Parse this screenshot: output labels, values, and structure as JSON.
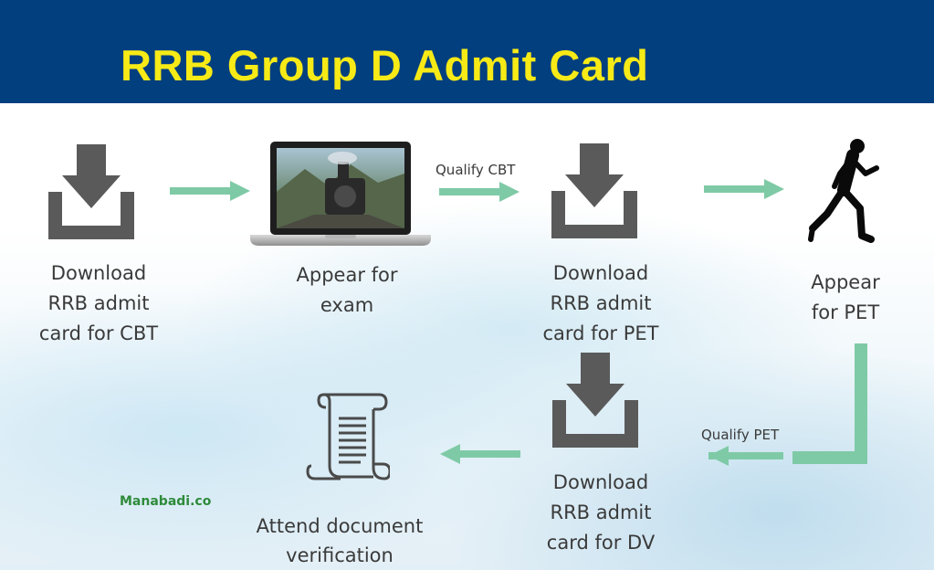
{
  "title": "RRB Group D Admit Card",
  "watermark": "Manabadi.co",
  "steps": {
    "download_cbt": [
      "Download",
      "RRB admit",
      "card for CBT"
    ],
    "appear_exam": [
      "Appear for",
      "exam"
    ],
    "download_pet": [
      "Download",
      "RRB admit",
      "card for PET"
    ],
    "appear_pet": [
      "Appear",
      "for PET"
    ],
    "download_dv": [
      "Download",
      "RRB admit",
      "card for DV"
    ],
    "attend_dv": [
      "Attend document",
      "verification"
    ]
  },
  "arrow_labels": {
    "qualify_cbt": "Qualify CBT",
    "qualify_pet": "Qualify PET"
  },
  "colors": {
    "header_bg": "#023f7f",
    "title": "#f7ea16",
    "arrow": "#7fcaa6",
    "icon_gray": "#5a5a5a",
    "text": "#3a3a3a",
    "watermark": "#2e8b3a"
  },
  "icons": {
    "download": "download-tray-icon",
    "laptop": "laptop-icon",
    "runner": "runner-icon",
    "scroll": "scroll-document-icon"
  }
}
